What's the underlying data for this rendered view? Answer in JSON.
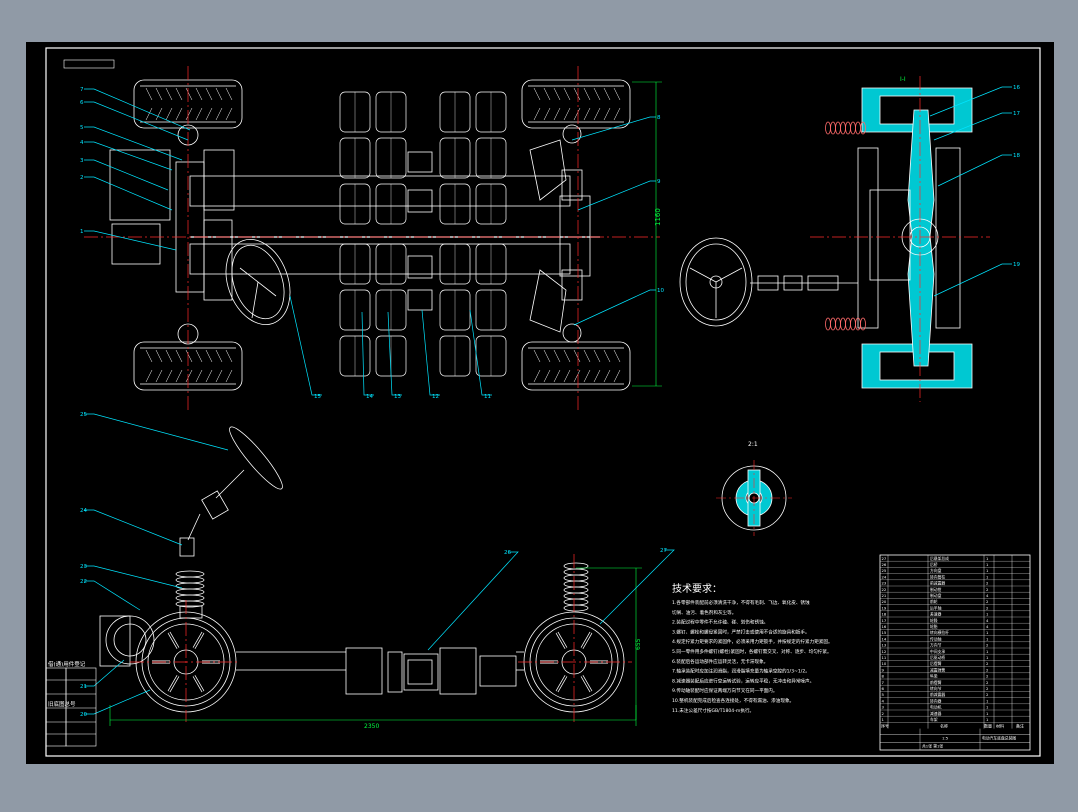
{
  "colors": {
    "background": "#909aa6",
    "sheet": "#000000",
    "line": "#ffffff",
    "leader": "#00e5ff",
    "centerline": "#ff2a2a",
    "section_fill": "#00c8d2",
    "dimension": "#00ff40",
    "text": "#ffffff"
  },
  "callouts_top": [
    "1",
    "2",
    "3",
    "4",
    "5",
    "6",
    "7",
    "8",
    "9",
    "10",
    "11",
    "12",
    "13",
    "14",
    "15",
    "16",
    "17",
    "18",
    "19"
  ],
  "callouts_bottom": [
    "20",
    "21",
    "22",
    "23",
    "24",
    "25",
    "26",
    "27"
  ],
  "notes": {
    "heading": "技术要求：",
    "lines": [
      "1.各零部件装配前必须清洗干净，不得有毛刺、飞边、氧化皮、锈蚀",
      "切屑、油污、着色剂和灰尘等。",
      "2.装配过程中零件不允许磕、碰、划伤和锈蚀。",
      "3.螺钉、螺栓和螺母紧固时，严禁打击或使用不合适的旋具和扳手。",
      "4.规定拧紧力矩要求的紧固件，必须采用力矩扳手，并按规定的拧紧力矩紧固。",
      "5.同一零件用多件螺钉(螺栓)紧固时，各螺钉需交叉、对称、逐步、均匀拧紧。",
      "6.装配后各运动部件应运转灵活，无卡滞现象。",
      "7.轴承装配时应加注润滑脂，润滑脂填充量为轴承空腔的1/3~1/2。",
      "8.减速器装配后应进行空运转试验，运转应平稳，无冲击和异常噪声。",
      "9.传动轴装配时应保证两端万向节叉在同一平面内。",
      "10.整机装配完成后检查各连接处，不得有漏油、渗油现象。",
      "11.未注公差尺寸按GB/T1804-m执行。"
    ]
  },
  "detail_label": "2:1",
  "view_label": "I-I",
  "title_block": {
    "rows": [
      {
        "no": "27",
        "name": "后悬架总成",
        "qty": "1"
      },
      {
        "no": "26",
        "name": "后桥",
        "qty": "1"
      },
      {
        "no": "25",
        "name": "方向盘",
        "qty": "1"
      },
      {
        "no": "24",
        "name": "转向管柱",
        "qty": "1"
      },
      {
        "no": "23",
        "name": "前减震器",
        "qty": "2"
      },
      {
        "no": "22",
        "name": "制动钳",
        "qty": "2"
      },
      {
        "no": "21",
        "name": "制动盘",
        "qty": "4"
      },
      {
        "no": "20",
        "name": "前轮",
        "qty": "2"
      },
      {
        "no": "19",
        "name": "后半轴",
        "qty": "2"
      },
      {
        "no": "18",
        "name": "差速器",
        "qty": "1"
      },
      {
        "no": "17",
        "name": "轮毂",
        "qty": "4"
      },
      {
        "no": "16",
        "name": "轮胎",
        "qty": "4"
      },
      {
        "no": "15",
        "name": "转向横拉杆",
        "qty": "1"
      },
      {
        "no": "14",
        "name": "传动轴",
        "qty": "1"
      },
      {
        "no": "13",
        "name": "万向节",
        "qty": "2"
      },
      {
        "no": "12",
        "name": "中间支承",
        "qty": "1"
      },
      {
        "no": "11",
        "name": "后驱动桥",
        "qty": "1"
      },
      {
        "no": "10",
        "name": "后摆臂",
        "qty": "2"
      },
      {
        "no": "9",
        "name": "减震弹簧",
        "qty": "2"
      },
      {
        "no": "8",
        "name": "纵梁",
        "qty": "2"
      },
      {
        "no": "7",
        "name": "前摆臂",
        "qty": "2"
      },
      {
        "no": "6",
        "name": "转向节",
        "qty": "2"
      },
      {
        "no": "5",
        "name": "前减震器",
        "qty": "2"
      },
      {
        "no": "4",
        "name": "转向器",
        "qty": "1"
      },
      {
        "no": "3",
        "name": "电动机",
        "qty": "1"
      },
      {
        "no": "2",
        "name": "减速器",
        "qty": "1"
      },
      {
        "no": "1",
        "name": "车架",
        "qty": "1"
      }
    ],
    "header": {
      "no": "序号",
      "name": "名称",
      "qty": "数量",
      "material": "材料",
      "note": "备注"
    },
    "title": "电动汽车底盘总装图",
    "scale": "1:5",
    "sheet": "共1张 第1张"
  },
  "left_table": {
    "title": "借(通)用件登记",
    "rows": [
      "",
      "",
      ""
    ],
    "footer": "旧底图总号"
  },
  "dimensions": {
    "wheelbase": "2350",
    "width_right": "1160",
    "height_side": "655"
  }
}
